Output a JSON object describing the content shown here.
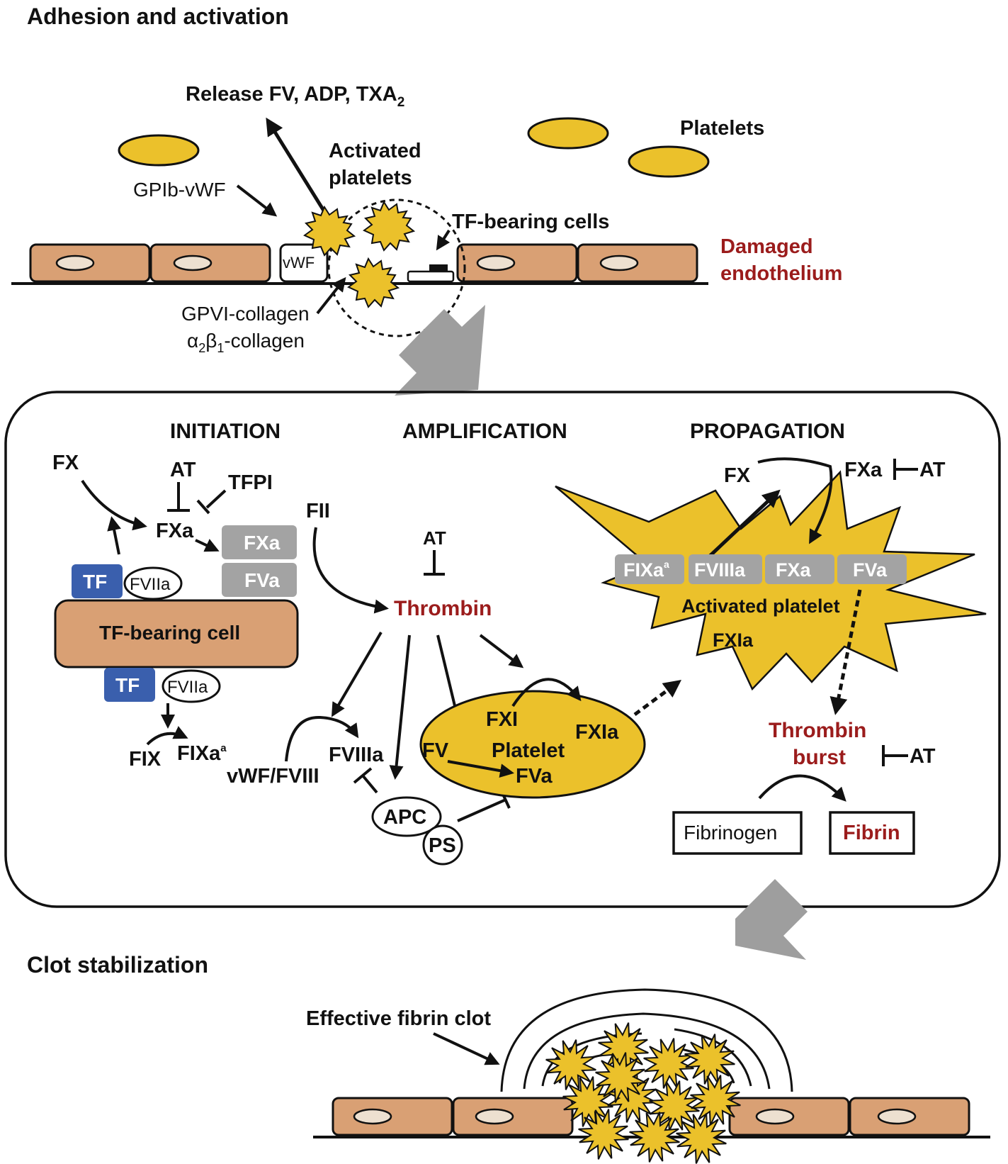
{
  "titles": {
    "adhesion": "Adhesion and activation",
    "clot": "Clot stabilization"
  },
  "top": {
    "release_main": "Release FV, ADP, TXA",
    "release_sub": "2",
    "platelets": "Platelets",
    "activated_1": "Activated",
    "activated_2": "platelets",
    "gpib": "GPIb-vWF",
    "tf_cells": "TF-bearing cells",
    "vwf": "vWF",
    "damaged_1": "Damaged",
    "damaged_2": "endothelium",
    "gpvi": "GPVI-collagen",
    "a2b1_alpha": "α",
    "a2b1_2": "2",
    "a2b1_beta": "β",
    "a2b1_1": "1",
    "a2b1_rest": "-collagen"
  },
  "phases": {
    "initiation": "INITIATION",
    "amplification": "AMPLIFICATION",
    "propagation": "PROPAGATION"
  },
  "initiation": {
    "fx": "FX",
    "at": "AT",
    "tfpi": "TFPI",
    "fxa": "FXa",
    "fxa_box": "FXa",
    "fva_box": "FVa",
    "tf_top": "TF",
    "fviia_top": "FVIIa",
    "tf_cell": "TF-bearing cell",
    "tf_bottom": "TF",
    "fviia_bottom": "FVIIa",
    "fix": "FIX",
    "fixa": "FIXa",
    "fixa_sup": "a"
  },
  "amplification": {
    "fii": "FII",
    "at": "AT",
    "thrombin": "Thrombin",
    "fviiia": "FVIIIa",
    "vwf_fviii": "vWF/FVIII",
    "apc": "APC",
    "ps": "PS",
    "fxi": "FXI",
    "fxia": "FXIa",
    "platelet": "Platelet",
    "fv": "FV",
    "fva": "FVa"
  },
  "propagation": {
    "fx": "FX",
    "fxa": "FXa",
    "at": "AT",
    "fixa": "FIXa",
    "fixa_sup": "a",
    "fviiia": "FVIIIa",
    "fxa_box": "FXa",
    "fva_box": "FVa",
    "activated_platelet": "Activated platelet",
    "fxia": "FXIa",
    "thrombin_1": "Thrombin",
    "thrombin_2": "burst",
    "at2": "AT",
    "fibrinogen": "Fibrinogen",
    "fibrin": "Fibrin"
  },
  "clot": {
    "effective": "Effective fibrin clot"
  },
  "colors": {
    "cell_fill": "#d9a074",
    "platelet_yellow": "#ebc12b",
    "tf_blue": "#3a5fad",
    "gray_box": "#a3a3a3",
    "dark_red": "#9b1c1c",
    "gray_arrow": "#9e9e9e"
  }
}
